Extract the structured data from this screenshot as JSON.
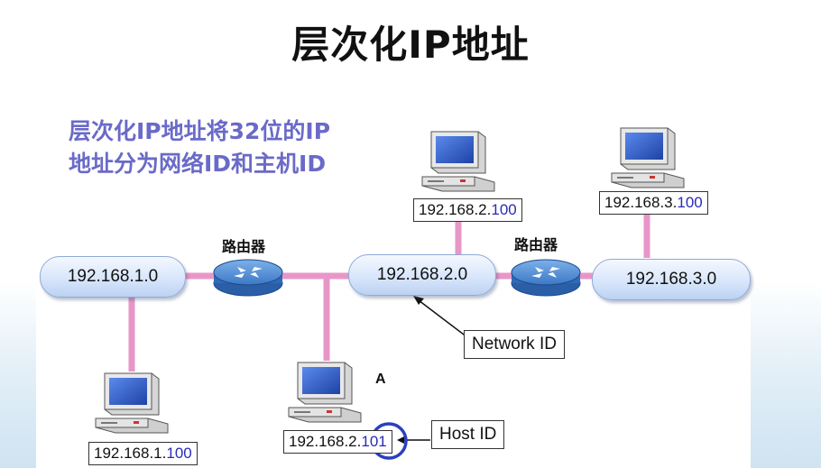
{
  "title": "层次化IP地址",
  "description": {
    "line1": "层次化IP地址将32位的IP",
    "line2": "地址分为网络ID和主机ID"
  },
  "routers": [
    {
      "label": "路由器"
    },
    {
      "label": "路由器"
    }
  ],
  "networks": [
    {
      "label": "192.168.1.0"
    },
    {
      "label": "192.168.2.0"
    },
    {
      "label": "192.168.3.0"
    }
  ],
  "hosts": [
    {
      "network_part": "192.168.1.",
      "host_part": "100"
    },
    {
      "network_part": "192.168.2.",
      "host_part": "101"
    },
    {
      "network_part": "192.168.2.",
      "host_part": "100"
    },
    {
      "network_part": "192.168.3.",
      "host_part": "100"
    }
  ],
  "node_a_label": "A",
  "callouts": {
    "network_id": "Network ID",
    "host_id": "Host ID"
  },
  "colors": {
    "link": "#e896c8",
    "description_text": "#6a6ac8",
    "host_part": "#2a2ab8",
    "circle": "#2a3fc0",
    "router": "#2a6bb8"
  },
  "icons": [
    "computer-icon",
    "router-icon"
  ]
}
